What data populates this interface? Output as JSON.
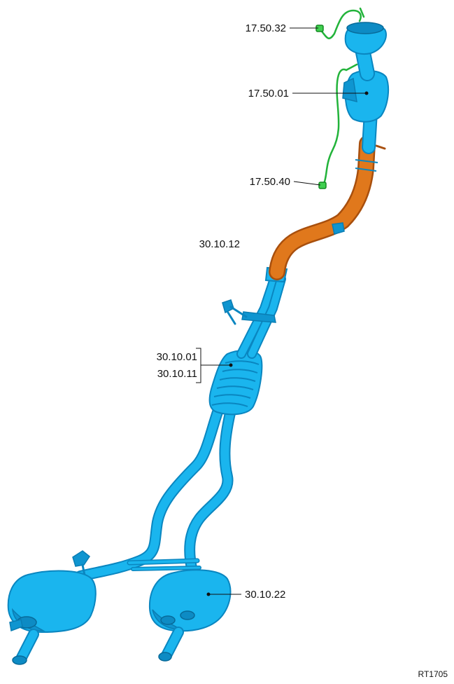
{
  "labels": {
    "sensor_upper": "17.50.32",
    "catalyst": "17.50.01",
    "sensor_lower": "17.50.40",
    "front_pipe": "30.10.12",
    "center_a": "30.10.01",
    "center_b": "30.10.11",
    "rear_muffler": "30.10.22"
  },
  "figure_code": "RT1705",
  "colors": {
    "exhaust": "#1ab5ee",
    "highlight": "#e0781c",
    "sensor_wire": "#22b33a"
  }
}
